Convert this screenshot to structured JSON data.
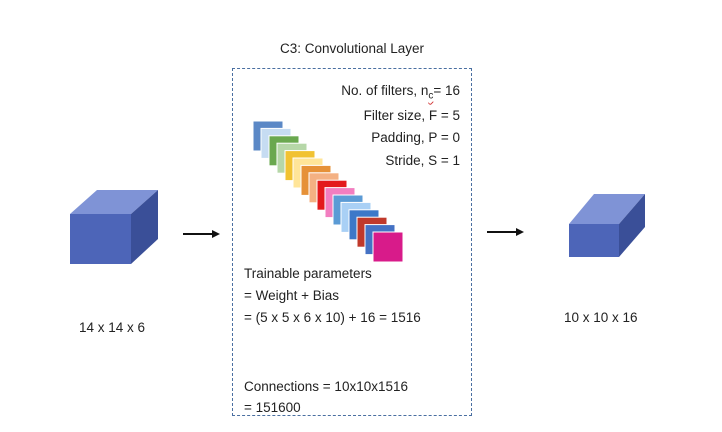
{
  "title": "C3: Convolutional Layer",
  "input": {
    "dims": "14 x 14 x 6"
  },
  "output": {
    "dims": "10 x 10 x 16"
  },
  "hyperparams": {
    "filters_prefix": "No. of filters, n",
    "filters_sub": "c",
    "filters_suffix": "= 16",
    "filter_size": "Filter size, F = 5",
    "padding": "Padding, P = 0",
    "stride": "Stride, S = 1"
  },
  "params": {
    "line1": "Trainable parameters",
    "line2": "= Weight + Bias",
    "line3": "= (5 x 5 x 6 x 10) + 16 = 1516"
  },
  "connections": {
    "line1": "Connections = 10x10x1516",
    "line2": "= 151600"
  },
  "colors": {
    "cube_front": "#4d65b8",
    "cube_top": "#7f93d6",
    "cube_side": "#3a4f98",
    "box_border": "#4a6fa1",
    "filters": [
      "#5b88c6",
      "#c6dcf2",
      "#6aa84f",
      "#b6d7a8",
      "#f1c232",
      "#ffe599",
      "#e69138",
      "#f4b183",
      "#e31a1c",
      "#f27ec0",
      "#5b9bd5",
      "#a9d0f5",
      "#3d78c8",
      "#c0392b",
      "#4472c4",
      "#d81b8a"
    ]
  }
}
